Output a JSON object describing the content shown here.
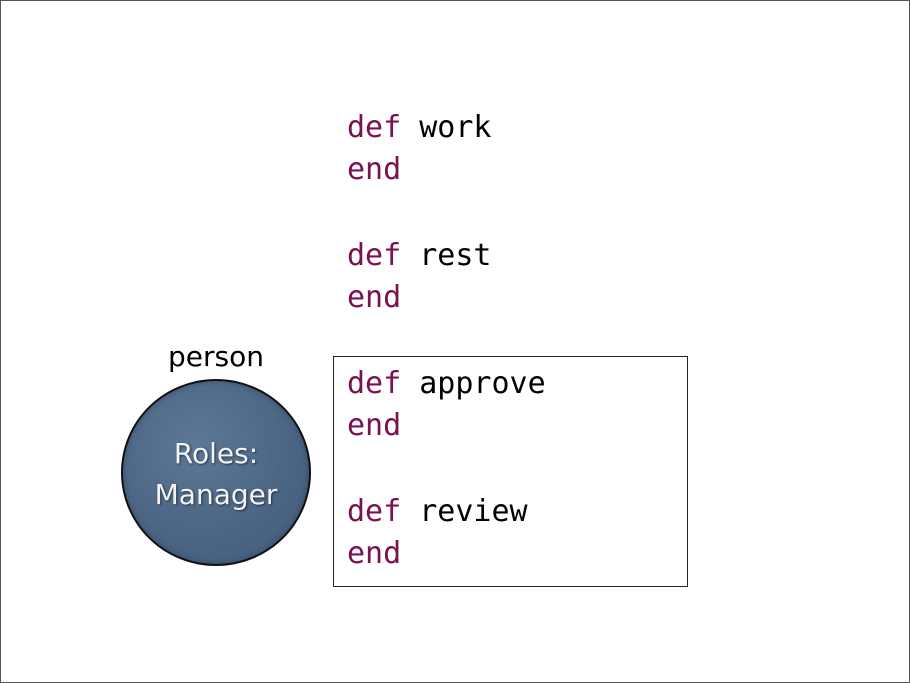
{
  "code": {
    "methods": [
      {
        "keyword": "def",
        "name": "work",
        "end": "end"
      },
      {
        "keyword": "def",
        "name": "rest",
        "end": "end"
      },
      {
        "keyword": "def",
        "name": "approve",
        "end": "end"
      },
      {
        "keyword": "def",
        "name": "review",
        "end": "end"
      }
    ]
  },
  "object": {
    "label": "person",
    "roles_line1": "Roles:",
    "roles_line2": "Manager",
    "fill_color": "#4a6484"
  },
  "colors": {
    "keyword": "#7a1150",
    "method_name": "#000000"
  }
}
